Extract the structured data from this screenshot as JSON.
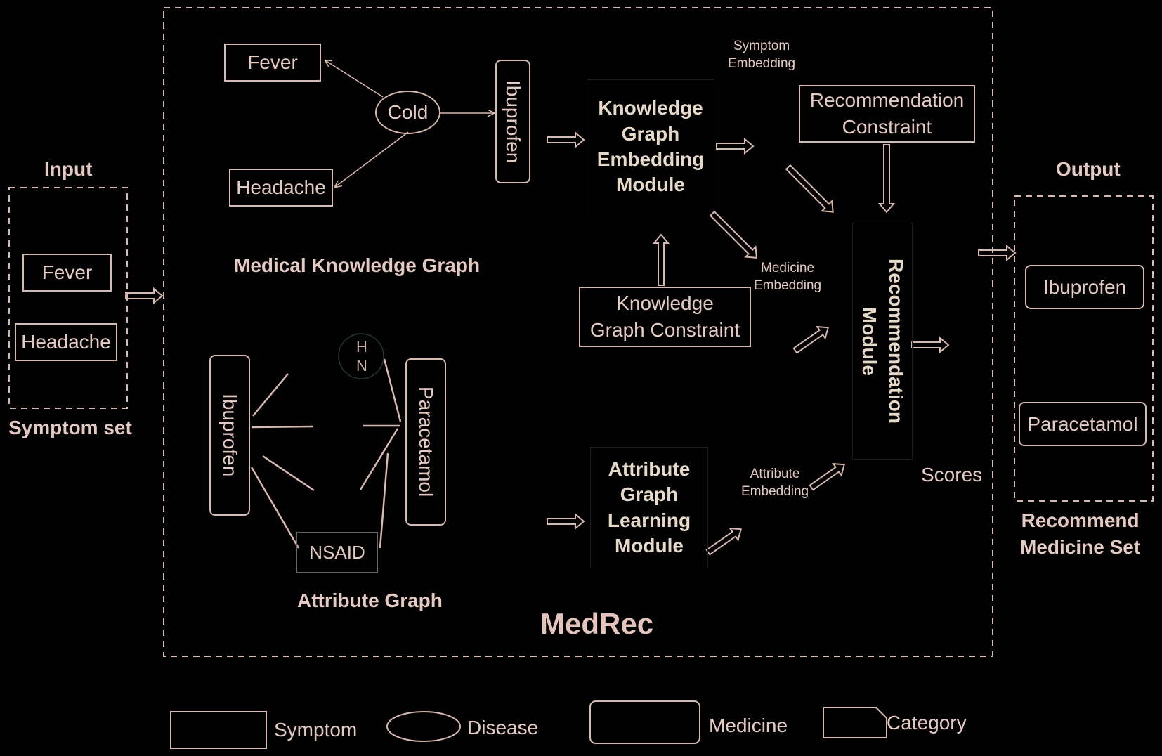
{
  "input": {
    "title": "Input",
    "caption": "Symptom set",
    "items": [
      "Fever",
      "Headache"
    ]
  },
  "output": {
    "title": "Output",
    "caption_line1": "Recommend",
    "caption_line2": "Medicine Set",
    "items": [
      "Ibuprofen",
      "Paracetamol"
    ]
  },
  "system_name": "MedRec",
  "kg": {
    "title": "Medical Knowledge Graph",
    "symptoms": [
      "Fever",
      "Headache"
    ],
    "disease": "Cold",
    "medicine": "Ibuprofen"
  },
  "ag": {
    "title": "Attribute Graph",
    "medicine_left": "Ibuprofen",
    "medicine_right": "Paracetamol",
    "category": "NSAID",
    "atom_h": "H",
    "atom_n": "N"
  },
  "modules": {
    "kge_lines": [
      "Knowledge",
      "Graph",
      "Embedding",
      "Module"
    ],
    "agl_lines": [
      "Attribute",
      "Graph",
      "Learning",
      "Module"
    ],
    "rec_lines": [
      "Recommendation",
      "Module"
    ],
    "kg_constraint_lines": [
      "Knowledge",
      "Graph Constraint"
    ],
    "rec_constraint_lines": [
      "Recommendation",
      "Constraint"
    ]
  },
  "labels": {
    "symptom_embedding": [
      "Symptom",
      "Embedding"
    ],
    "medicine_embedding": [
      "Medicine",
      "Embedding"
    ],
    "attribute_embedding": [
      "Attribute",
      "Embedding"
    ],
    "scores": "Scores"
  },
  "legend": {
    "symptom": "Symptom",
    "disease": "Disease",
    "medicine": "Medicine",
    "category": "Category"
  },
  "colors": {
    "stroke": "#d9b8ae",
    "text": "#e6c9c0",
    "background": "#000000"
  }
}
